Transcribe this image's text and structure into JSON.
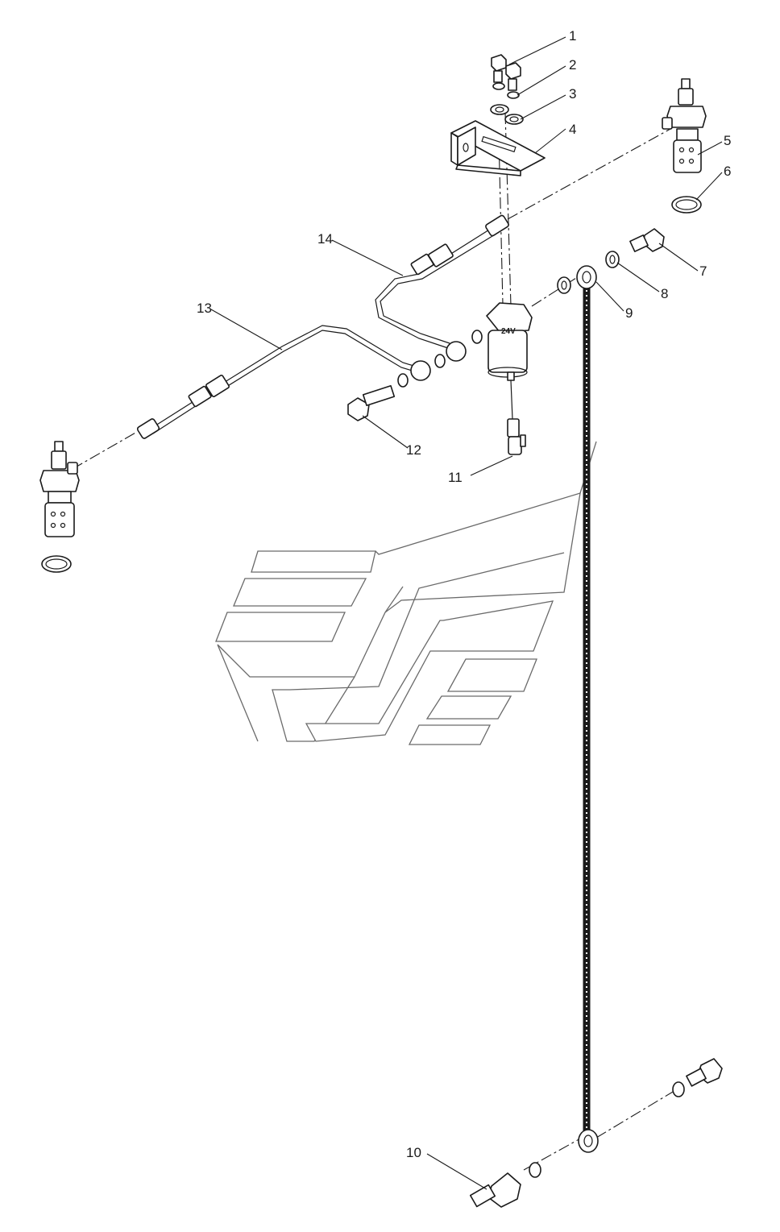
{
  "callouts": [
    {
      "id": "1",
      "label": "1"
    },
    {
      "id": "2",
      "label": "2"
    },
    {
      "id": "3",
      "label": "3"
    },
    {
      "id": "4",
      "label": "4"
    },
    {
      "id": "5",
      "label": "5"
    },
    {
      "id": "6",
      "label": "6"
    },
    {
      "id": "7",
      "label": "7"
    },
    {
      "id": "8",
      "label": "8"
    },
    {
      "id": "9",
      "label": "9"
    },
    {
      "id": "10",
      "label": "10"
    },
    {
      "id": "11",
      "label": "11"
    },
    {
      "id": "12",
      "label": "12"
    },
    {
      "id": "13",
      "label": "13"
    },
    {
      "id": "14",
      "label": "14"
    }
  ],
  "solenoid": {
    "voltage_mark": "24V"
  }
}
